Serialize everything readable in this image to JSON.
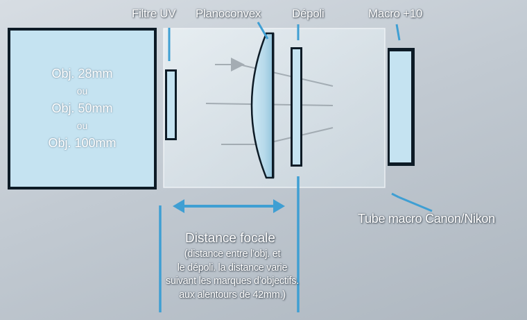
{
  "labels": {
    "filtre_uv": "Filtre UV",
    "planoconvex": "Planoconvex",
    "depoli": "Dépoli",
    "macro": "Macro +10",
    "tube": "Tube macro Canon/Nikon"
  },
  "objective": {
    "line1": "Obj. 28mm",
    "or1": "ou",
    "line2": "Obj. 50mm",
    "or2": "ou",
    "line3": "Obj. 100mm"
  },
  "focal": {
    "title": "Distance focale",
    "line1": "(distance entre l’obj.  et",
    "line2": "le dépoli. la distance varie",
    "line3": "suivant les marques d’objectifs.",
    "line4": "aux alentours de 42mm.)"
  },
  "colors": {
    "accent_blue": "#3f9fd3",
    "glass_fill": "#c5e3f1",
    "element_dark": "#0d1b26"
  }
}
